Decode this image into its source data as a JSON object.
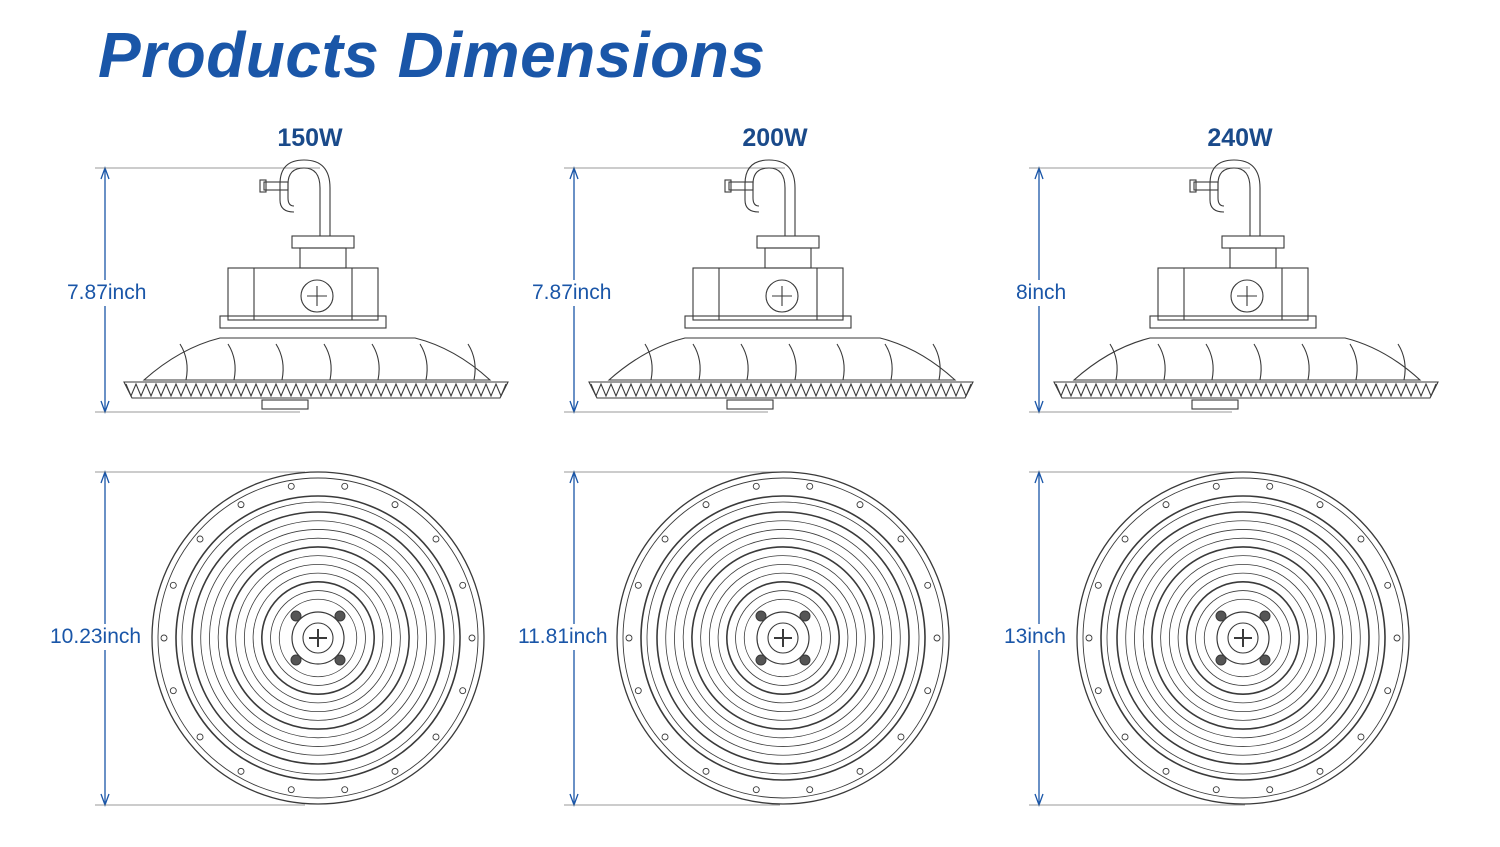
{
  "title": "Products Dimensions",
  "colors": {
    "accent": "#1a56a8",
    "line": "#3a3a3a"
  },
  "products": [
    {
      "wattage": "150W",
      "height": "7.87inch",
      "diameter": "10.23inch"
    },
    {
      "wattage": "200W",
      "height": "7.87inch",
      "diameter": "11.81inch"
    },
    {
      "wattage": "240W",
      "height": "8inch",
      "diameter": "13inch"
    }
  ]
}
